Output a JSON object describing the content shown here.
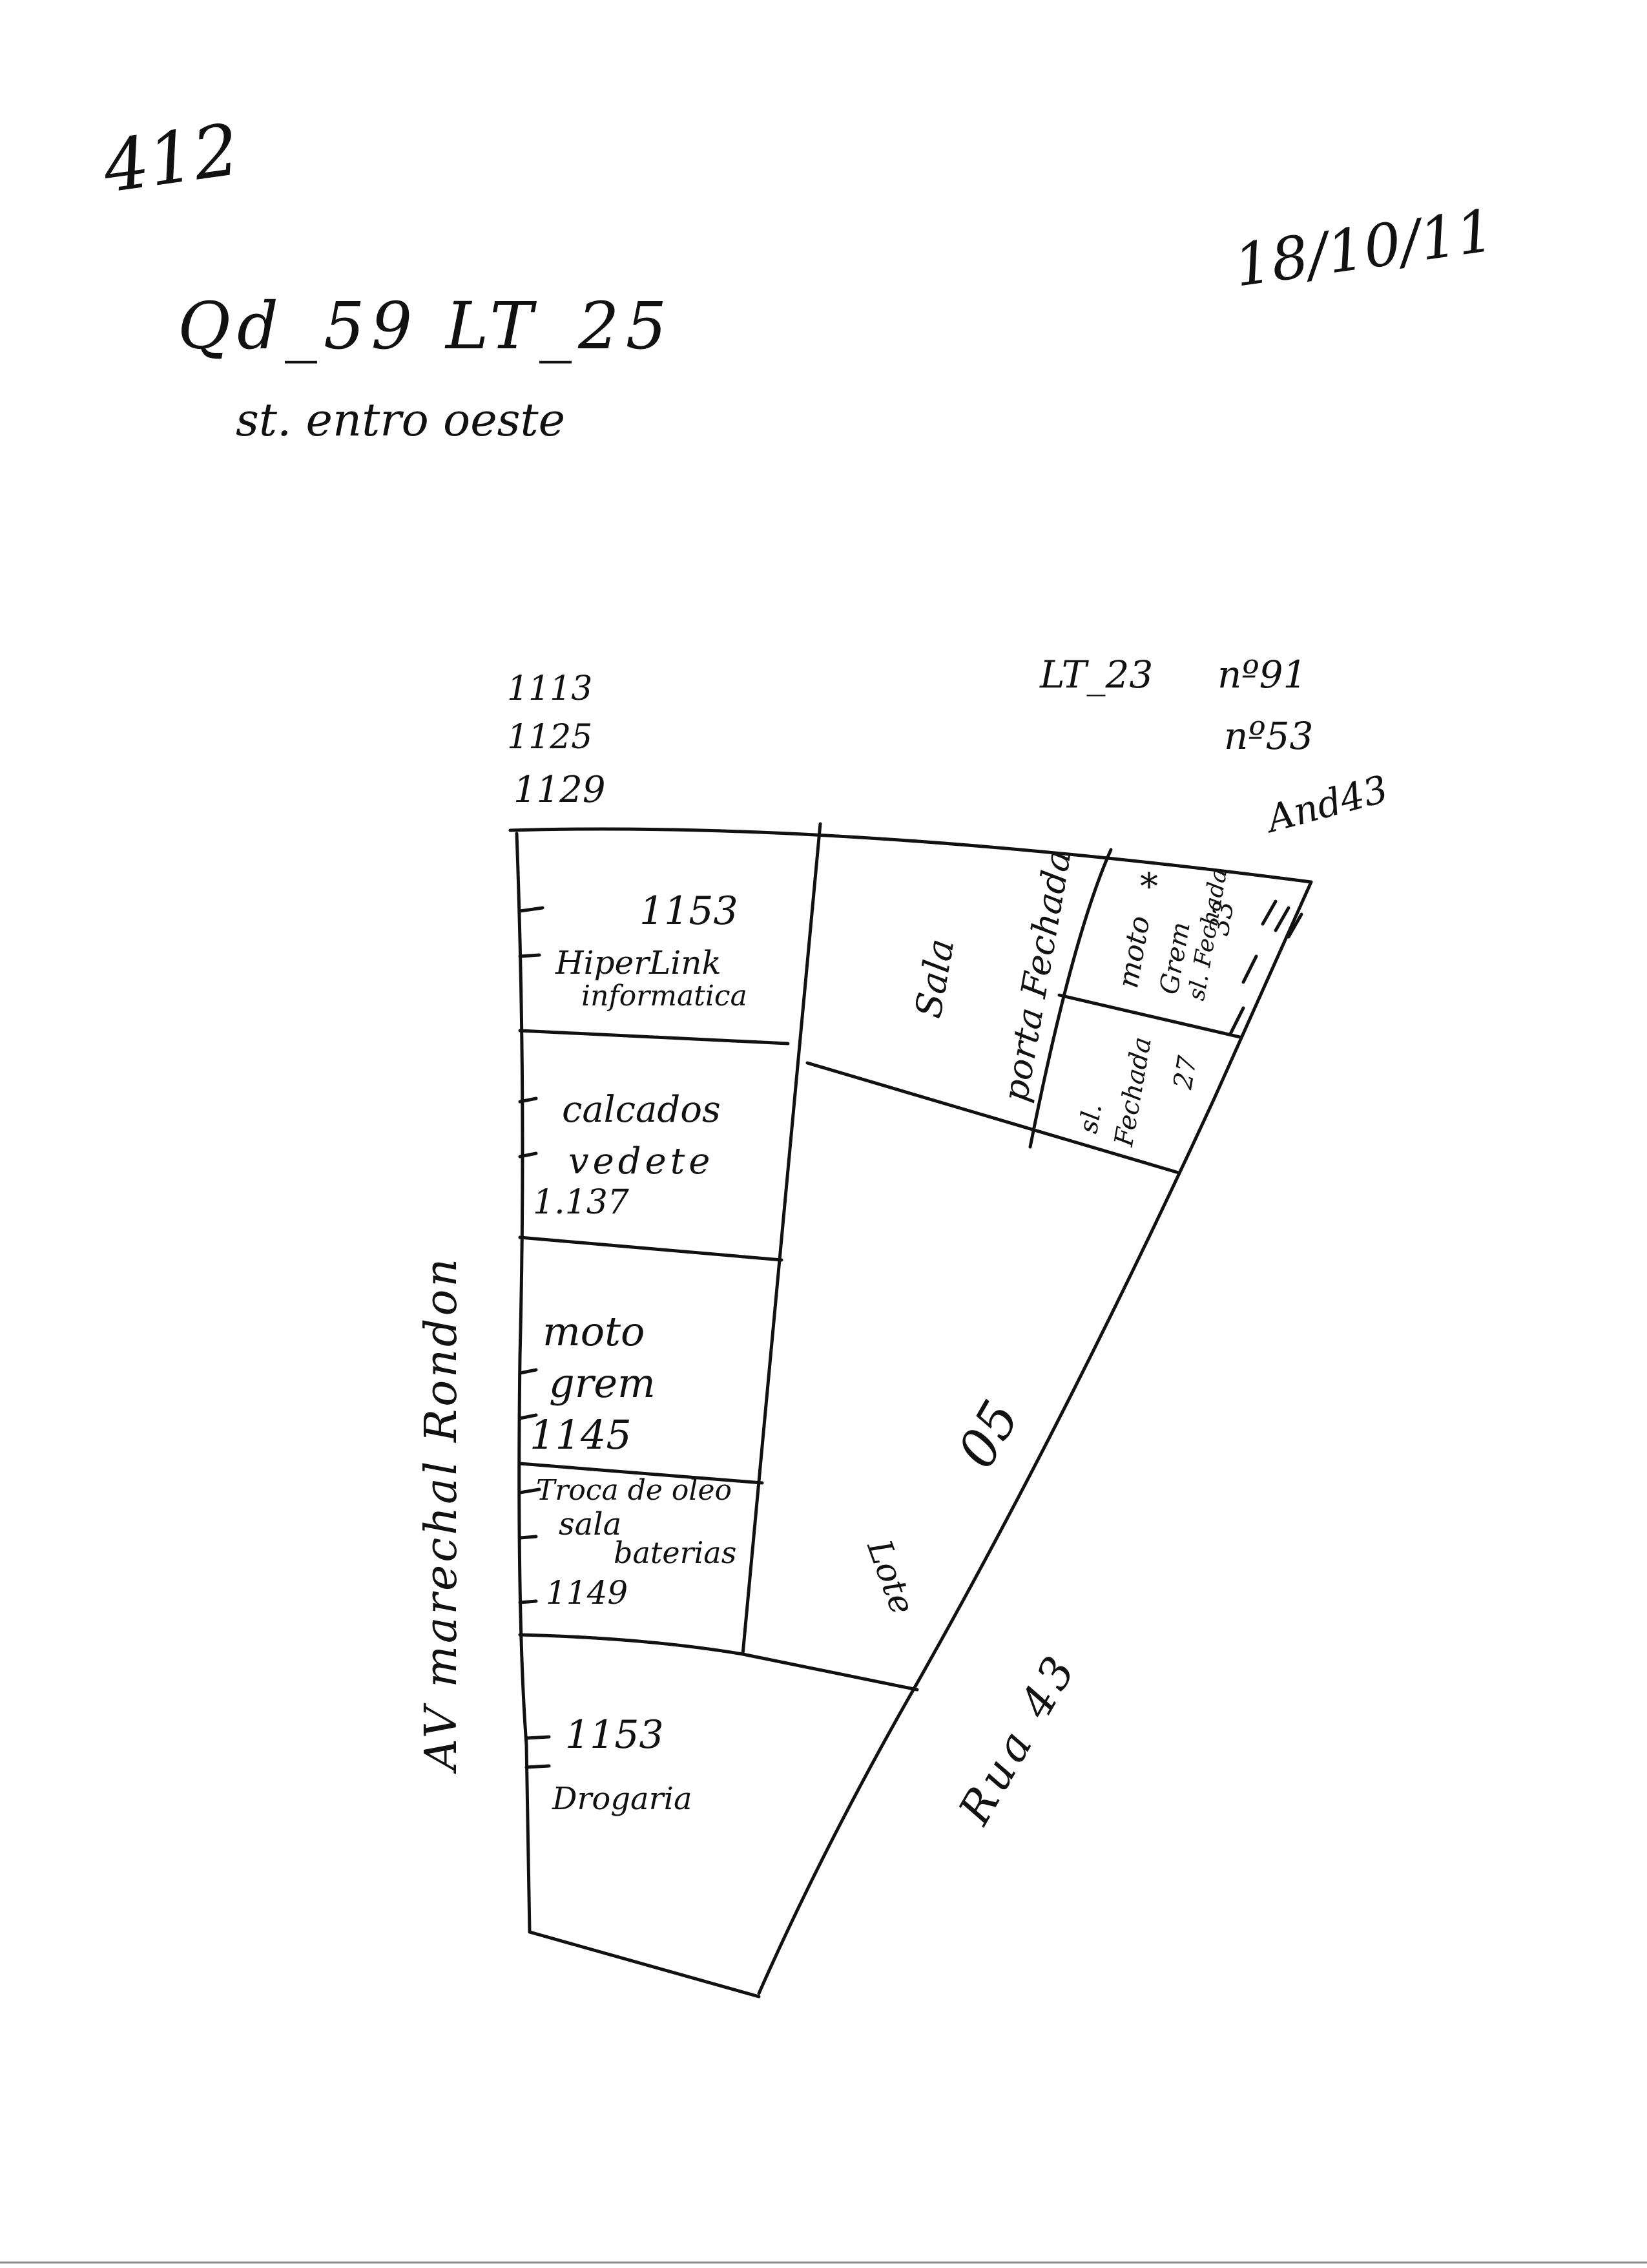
{
  "header": {
    "page_number": "412",
    "date": "18/10/11",
    "lot_ref": "Qd_59 LT_25",
    "sector": "st. entro oeste"
  },
  "top_labels": {
    "numbers_left": [
      "1113",
      "1125",
      "1129"
    ],
    "lt_ref": "LT_23",
    "n91": "nº91",
    "n53": "nº53",
    "andar": "And43"
  },
  "rooms": {
    "r1153_top": {
      "number": "1153",
      "name1": "HiperLink",
      "name2": "informatica"
    },
    "calcados": {
      "name1": "calcados",
      "name2": "vedete",
      "number": "1.137"
    },
    "moto_grem": {
      "name1": "moto",
      "name2": "grem",
      "number": "1145"
    },
    "troca": {
      "name1": "Troca de oleo",
      "name2": "sala",
      "name3": "baterias",
      "number": "1149"
    },
    "drogaria": {
      "number": "1153",
      "name": "Drogaria"
    },
    "sala_porta_fechada": {
      "name1": "Sala",
      "name2": "porta Fechada"
    },
    "moto_grem_small": {
      "name1": "moto",
      "name2": "Grem",
      "name3": "sl. Fechada",
      "number": "33",
      "star": "*"
    },
    "sl_fechada": {
      "name1": "sl.",
      "name2": "Fechada",
      "number": "27"
    },
    "big_lot": {
      "number": "05"
    },
    "lote": "Lote"
  },
  "streets": {
    "avenue": "AV marechal Rondon",
    "rua": "Rua 43"
  }
}
